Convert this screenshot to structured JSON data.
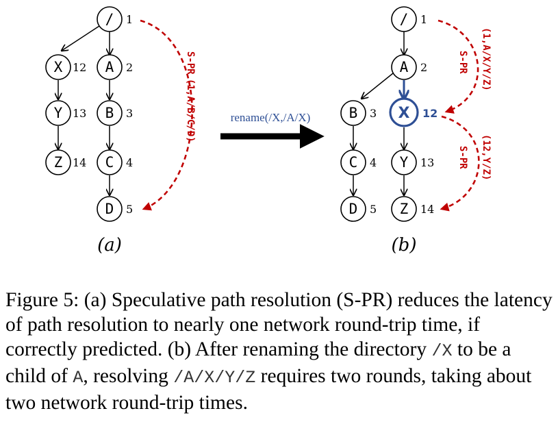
{
  "colors": {
    "accent_blue": "#2e4f95",
    "spr_red": "#c00000",
    "ink": "#000000"
  },
  "panel_a": {
    "label": "(a)",
    "nodes": [
      {
        "name": "/",
        "id": "1"
      },
      {
        "name": "X",
        "id": "12"
      },
      {
        "name": "Y",
        "id": "13"
      },
      {
        "name": "Z",
        "id": "14"
      },
      {
        "name": "A",
        "id": "2"
      },
      {
        "name": "B",
        "id": "3"
      },
      {
        "name": "C",
        "id": "4"
      },
      {
        "name": "D",
        "id": "5"
      }
    ],
    "spr": [
      {
        "label": "S-PR",
        "args": "(1,A/B/C/D)"
      }
    ]
  },
  "operation": {
    "label": "rename(/X,/A/X)"
  },
  "panel_b": {
    "label": "(b)",
    "nodes": [
      {
        "name": "/",
        "id": "1"
      },
      {
        "name": "A",
        "id": "2"
      },
      {
        "name": "B",
        "id": "3"
      },
      {
        "name": "C",
        "id": "4"
      },
      {
        "name": "D",
        "id": "5"
      },
      {
        "name": "X",
        "id": "12",
        "highlight": true
      },
      {
        "name": "Y",
        "id": "13"
      },
      {
        "name": "Z",
        "id": "14"
      }
    ],
    "spr": [
      {
        "label": "S-PR",
        "args": "(1,A/X/Y/Z)"
      },
      {
        "label": "S-PR",
        "args": "(12,Y/Z)"
      }
    ]
  },
  "caption": {
    "part1": "Figure 5:  (a) Speculative path resolution (S-PR) reduces the latency of path resolution to nearly one network round-trip time, if correctly predicted. (b) After renaming the directory ",
    "code1": "/X",
    "part2": " to be a child of ",
    "code2": "A",
    "part3": ", resolving ",
    "code3": "/A/X/Y/Z",
    "part4": " requires two rounds, taking about two network round-trip times."
  }
}
